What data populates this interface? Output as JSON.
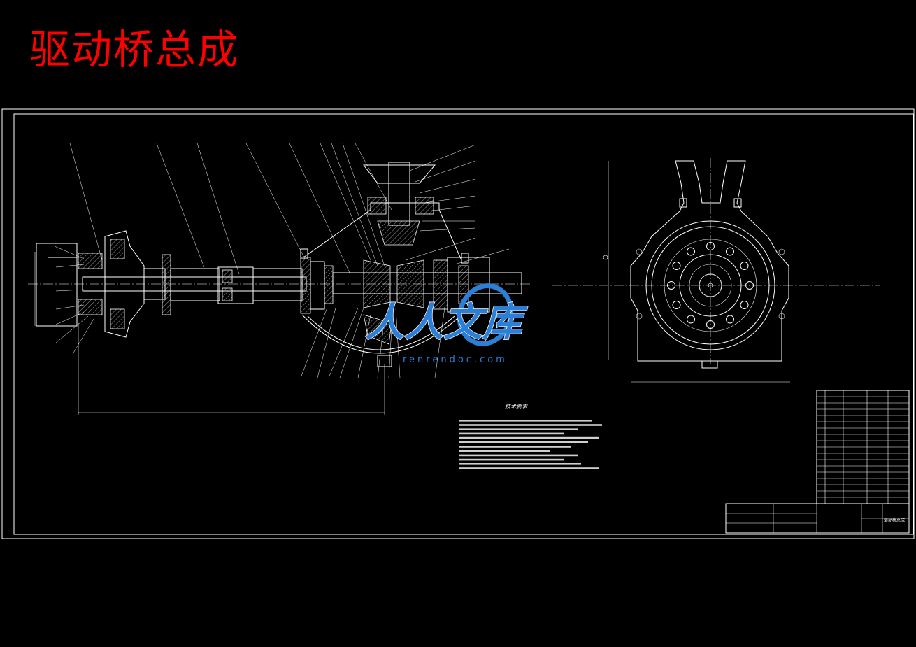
{
  "title": "驱动桥总成",
  "colors": {
    "background": "#000000",
    "title": "#ff0000",
    "lines": "#ffffff",
    "watermark": "#2b7fd6"
  },
  "tech_requirements_heading": "技术要求",
  "watermark": {
    "text": "人人文库",
    "url": "renrendoc.com"
  },
  "drawing_name": "驱动桥总成"
}
